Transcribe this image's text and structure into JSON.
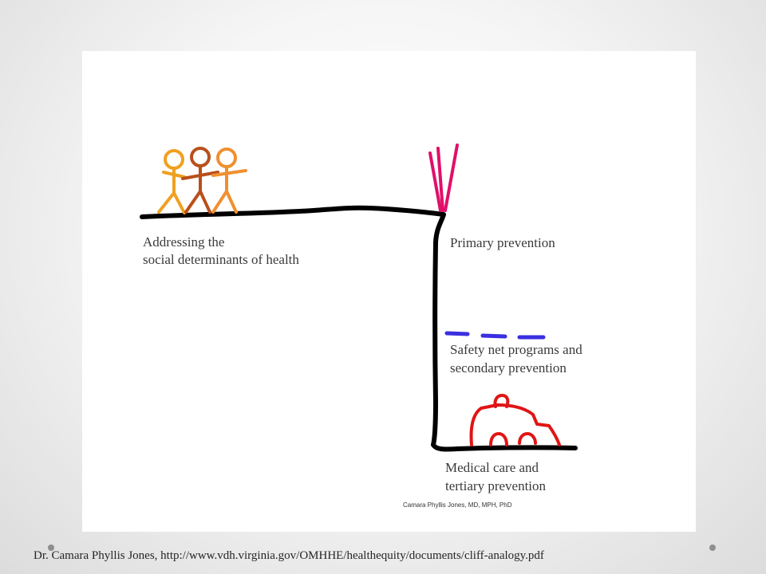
{
  "diagram": {
    "labels": {
      "social_determinants_line1": "Addressing the",
      "social_determinants_line2": "social determinants of health",
      "primary_prevention": "Primary prevention",
      "safety_net_line1": "Safety net programs and",
      "safety_net_line2": "secondary prevention",
      "medical_care_line1": "Medical care and",
      "medical_care_line2": "tertiary prevention"
    },
    "author_credit": "Camara Phyllis Jones, MD, MPH, PhD",
    "colors": {
      "cliff": "#000000",
      "fence": "#e0106a",
      "net": "#3a2fe0",
      "ambulance": "#e01515",
      "person_1": "#f0a020",
      "person_2": "#b8501a",
      "person_3": "#f09030"
    }
  },
  "footer": {
    "citation": "Dr. Camara Phyllis Jones, http://www.vdh.virginia.gov/OMHHE/healthequity/documents/cliff-analogy.pdf"
  }
}
